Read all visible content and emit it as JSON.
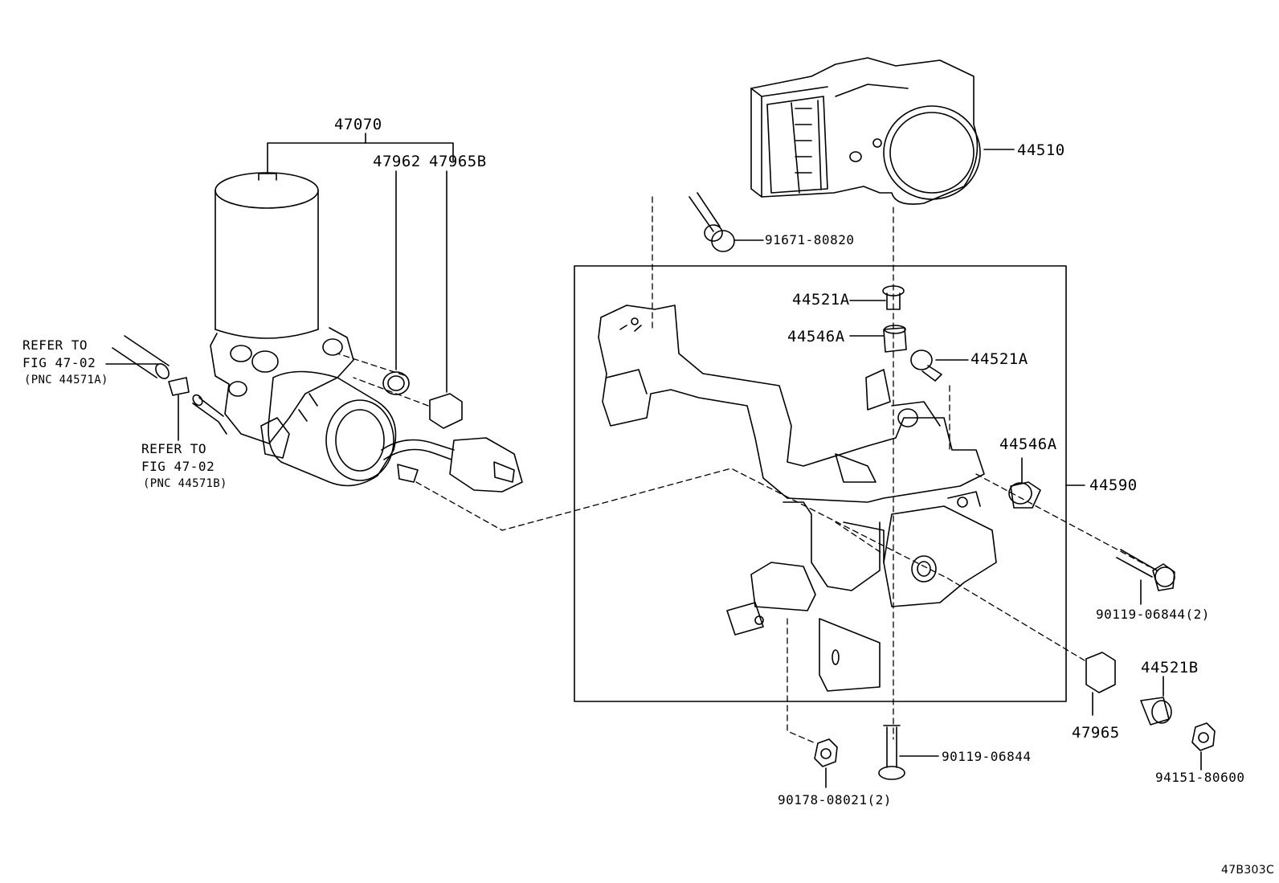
{
  "diagram": {
    "figure_code": "47B303C",
    "part_labels": {
      "p47070": "47070",
      "p47962": "47962",
      "p47965B": "47965B",
      "p44510": "44510",
      "p91671": "91671-80820",
      "p44521A_1": "44521A",
      "p44546A_1": "44546A",
      "p44521A_2": "44521A",
      "p44546A_2": "44546A",
      "p44590": "44590",
      "p90119_2": "90119-06844(2)",
      "p44521B": "44521B",
      "p47965": "47965",
      "p90119": "90119-06844",
      "p94151": "94151-80600",
      "p90178": "90178-08021(2)"
    },
    "references": {
      "a_line1": "REFER TO",
      "a_line2": "FIG 47-02",
      "a_line3": "(PNC 44571A)",
      "b_line1": "REFER TO",
      "b_line2": "FIG 47-02",
      "b_line3": "(PNC 44571B)"
    }
  }
}
